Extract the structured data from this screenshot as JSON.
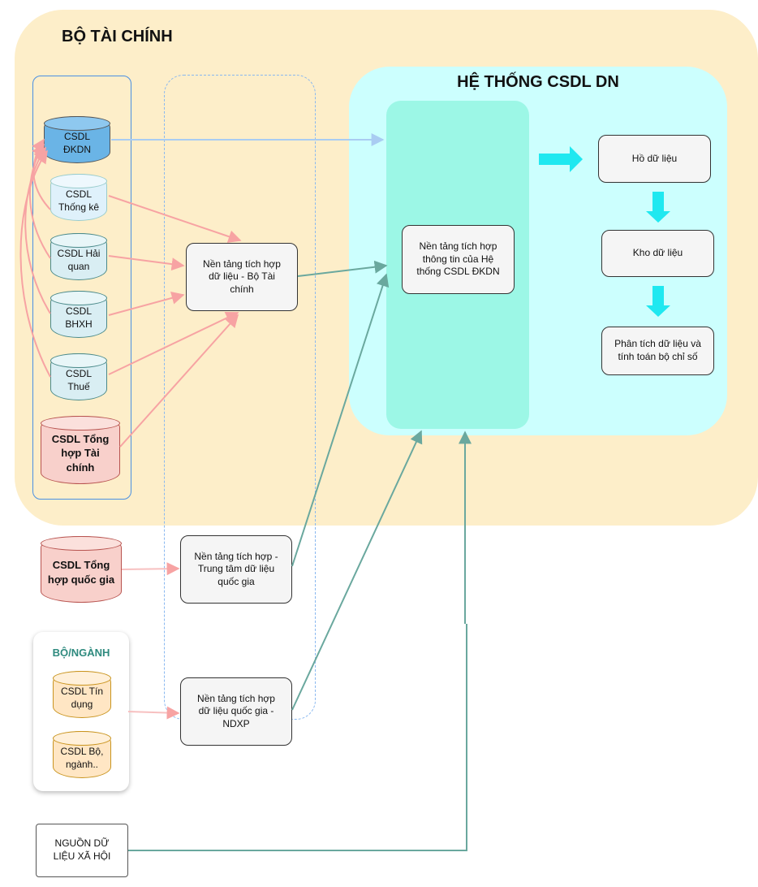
{
  "regions": {
    "bo_tai_chinh_title": "BỘ TÀI CHÍNH",
    "he_thong_title": "HỆ THỐNG CSDL DN",
    "bo_nganh_title": "BỘ/NGÀNH"
  },
  "sources": {
    "dkdn": "CSDL\nĐKDN",
    "thong_ke": "CSDL\nThống kê",
    "hai_quan": "CSDL Hải\nquan",
    "bhxh": "CSDL\nBHXH",
    "thue": "CSDL\nThuế",
    "tong_hop_tai_chinh": "CSDL Tổng\nhợp Tài\nchính",
    "tong_hop_quoc_gia": "CSDL Tổng\nhợp quốc gia",
    "tin_dung": "CSDL Tín\ndụng",
    "bo_nganh": "CSDL Bộ,\nngành.."
  },
  "platforms": {
    "btc": "Nền tảng tích hợp\ndữ liệu - Bộ Tài\nchính",
    "trung_tam": "Nền tảng tích hợp -\nTrung tâm dữ liệu\nquốc gia",
    "ndxp": "Nền tảng tích hợp\ndữ liệu quốc gia -\nNDXP",
    "he_thong": "Nền tảng tích hợp\nthông tin của Hệ\nthống CSDL ĐKDN"
  },
  "pipeline": {
    "ho_du_lieu": "Hồ dữ liệu",
    "kho_du_lieu": "Kho dữ liệu",
    "phan_tich": "Phân tích dữ liệu và\ntính toán bộ chỉ số"
  },
  "social": "NGUỒN DỮ\nLIỆU XÃ HỘI",
  "colors": {
    "region_btc": "#fdeec9",
    "region_csdl": "#ccfffe",
    "inner_column": "#9cf7e6",
    "arrow_pink": "#f7a3a3",
    "arrow_teal": "#6aa89e",
    "arrow_blue": "#a9ccf2",
    "arrow_cyan": "#1fe8f0",
    "db_blue": "#6ab4e6",
    "db_light": "#dff1fb",
    "db_cyan": "#d9eef3",
    "db_red": "#f8d0cb",
    "db_orange": "#ffe6c4"
  }
}
